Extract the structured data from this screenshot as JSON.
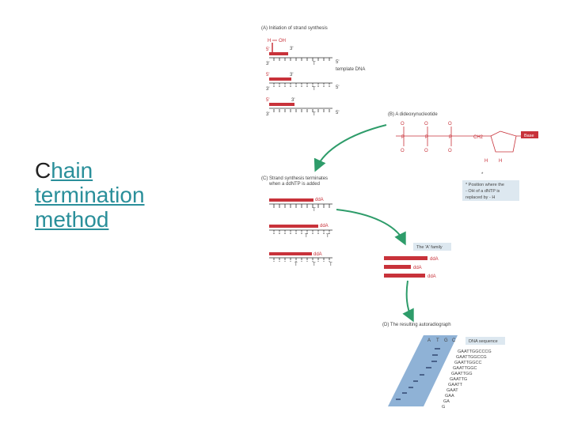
{
  "slide": {
    "title_first": "C",
    "title_rest": "hain",
    "title_line2": "termination",
    "title_line3": "method"
  },
  "panel_a": {
    "heading": "(A) Initiation of strand synthesis",
    "label_h": "H",
    "label_oh": "OH",
    "strands": [
      {
        "five": "5'",
        "three": "3'",
        "t": "T",
        "end": "5'"
      },
      {
        "five": "5'",
        "three": "3'",
        "t": "T",
        "end": "5'"
      },
      {
        "five": "5'",
        "three": "3'",
        "t": "T",
        "end": "5'"
      }
    ],
    "template_label": "template DNA",
    "left_label": "3'"
  },
  "panel_b": {
    "heading": "(B) A dideoxynucleotide",
    "base_label": "Base",
    "atoms_o": "O",
    "atom_p": "P",
    "atom_ch2": "CH2",
    "atom_h": "H",
    "star": "*",
    "note_line1": "* Position where the",
    "note_line2": "- OH of a dNTP is",
    "note_line3": "replaced by - H"
  },
  "panel_c": {
    "heading_line1": "(C) Strand synthesis terminates",
    "heading_line2": "when a ddNTP is added",
    "ddA": "ddA",
    "t": "T"
  },
  "family": {
    "label": "The 'A' family",
    "ddA": "ddA"
  },
  "panel_d": {
    "heading": "(D) The resulting autoradiograph",
    "lanes": [
      "A",
      "T",
      "G",
      "C"
    ],
    "seq_heading": "DNA sequence",
    "sequences": [
      "GAATTGGCCCG",
      "GAATTGGCCG",
      "GAATTGGCC",
      "GAATTGGC",
      "GAATTGG",
      "GAATTG",
      "GAATT",
      "GAAT",
      "GAA",
      "GA",
      "G"
    ]
  },
  "colors": {
    "red": "#c8323a",
    "teal": "#2a8f9a",
    "green_arrow": "#2e9c6a",
    "gel_blue": "#8fb2d6",
    "label_box": "#dde8f0"
  }
}
